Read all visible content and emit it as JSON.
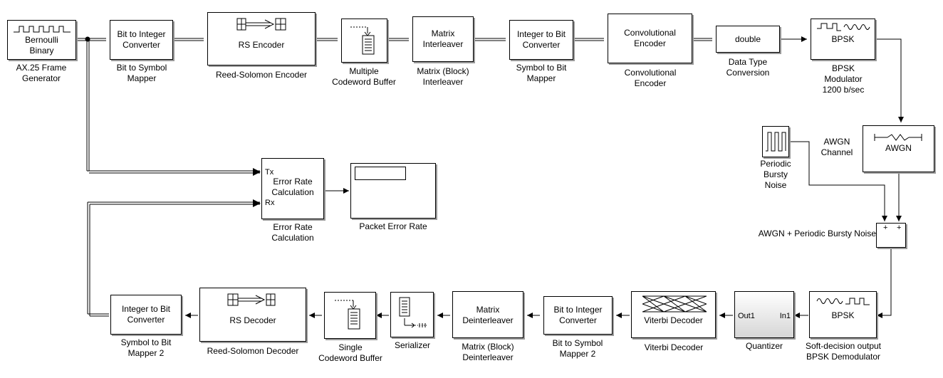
{
  "blocks": {
    "bernoulli": {
      "text": "Bernoulli\nBinary",
      "caption": "AX.25 Frame\nGenerator"
    },
    "bit2int": {
      "text": "Bit to Integer\nConverter",
      "caption": "Bit to Symbol\nMapper"
    },
    "rs_encoder": {
      "text": "RS Encoder",
      "caption": "Reed-Solomon Encoder"
    },
    "multi_buffer": {
      "caption": "Multiple\nCodeword Buffer"
    },
    "interleaver": {
      "text": "Matrix\nInterleaver",
      "caption": "Matrix (Block)\nInterleaver"
    },
    "int2bit": {
      "text": "Integer to Bit\nConverter",
      "caption": "Symbol to Bit\nMapper"
    },
    "conv_encoder": {
      "text": "Convolutional\nEncoder",
      "caption": "Convolutional\nEncoder"
    },
    "dtc": {
      "text": "double",
      "caption": "Data Type\nConversion"
    },
    "bpsk_mod": {
      "text": "BPSK",
      "caption": "BPSK\nModulator\n1200 b/sec"
    },
    "awgn": {
      "text": "AWGN",
      "caption": "AWGN\nChannel"
    },
    "periodic": {
      "caption": "Periodic\nBursty\nNoise"
    },
    "sum": {
      "caption": "AWGN + Periodic Bursty Noise"
    },
    "error_rate": {
      "text": "Error Rate\nCalculation",
      "caption": "Error Rate\nCalculation",
      "port_tx": "Tx",
      "port_rx": "Rx"
    },
    "display": {
      "caption": "Packet Error Rate"
    },
    "bpsk_demod": {
      "text": "BPSK",
      "caption": "Soft-decision output\nBPSK Demodulator"
    },
    "quantizer": {
      "caption": "Quantizer",
      "port_out": "Out1",
      "port_in": "In1"
    },
    "viterbi": {
      "text": "Viterbi Decoder",
      "caption": "Viterbi Decoder"
    },
    "bit2int2": {
      "text": "Bit to Integer\nConverter",
      "caption": "Bit to Symbol\nMapper 2"
    },
    "deinterleaver": {
      "text": "Matrix\nDeinterleaver",
      "caption": "Matrix (Block)\nDeinterleaver"
    },
    "serializer": {
      "caption": "Serializer"
    },
    "single_buffer": {
      "caption": "Single\nCodeword Buffer"
    },
    "rs_decoder": {
      "text": "RS Decoder",
      "caption": "Reed-Solomon Decoder"
    },
    "int2bit2": {
      "text": "Integer to Bit\nConverter",
      "caption": "Symbol to Bit\nMapper 2"
    }
  }
}
